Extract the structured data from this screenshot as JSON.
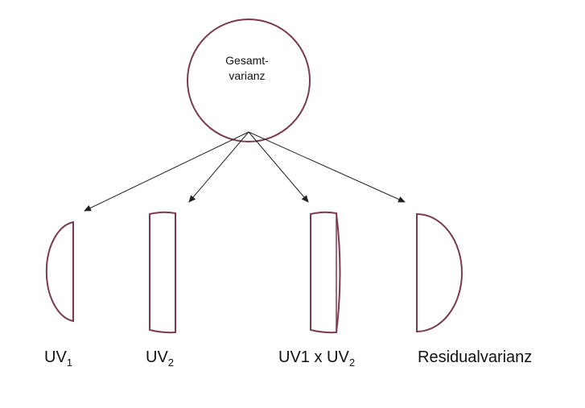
{
  "total": {
    "label_line1": "Gesamt-",
    "label_line2": "varianz"
  },
  "parts": [
    {
      "label": "UV",
      "subscript": "1"
    },
    {
      "label": "UV",
      "subscript": "2"
    },
    {
      "label": "UV1 x UV",
      "subscript": "2"
    },
    {
      "label": "Residualvarianz",
      "subscript": ""
    }
  ],
  "colors": {
    "shape_stroke": "#7a3a52",
    "arrow": "#222222",
    "text": "#111111"
  }
}
